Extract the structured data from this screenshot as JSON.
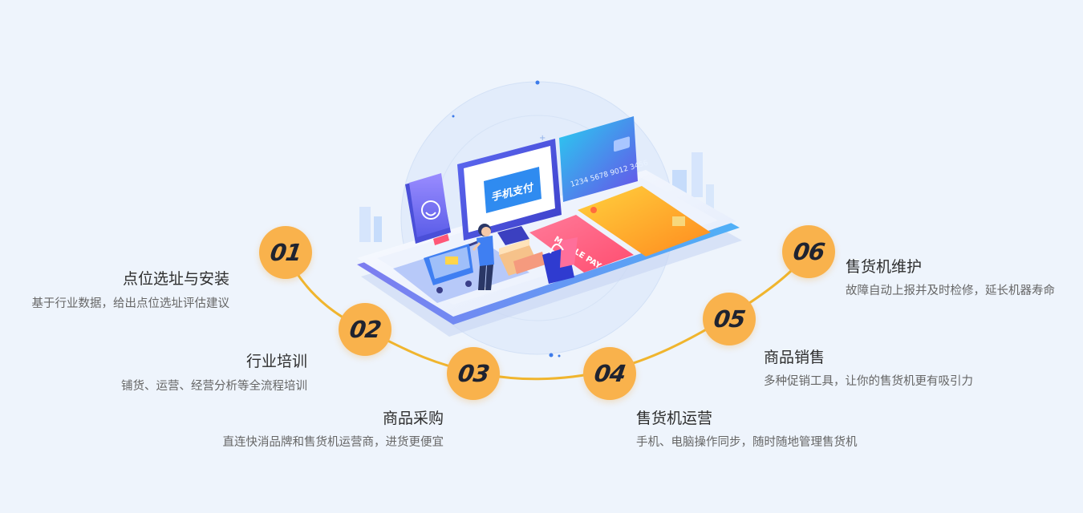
{
  "illustration": {
    "screen_label": "手机支付",
    "pay_card_label": "MOBILE PAY",
    "card_number": "1234 5678 9012 3456"
  },
  "steps": [
    {
      "num": "01",
      "title": "点位选址与安装",
      "desc": "基于行业数据，给出点位选址评估建议"
    },
    {
      "num": "02",
      "title": "行业培训",
      "desc": "铺货、运营、经营分析等全流程培训"
    },
    {
      "num": "03",
      "title": "商品采购",
      "desc": "直连快消品牌和售货机运营商，进货更便宜"
    },
    {
      "num": "04",
      "title": "售货机运营",
      "desc": "手机、电脑操作同步，随时随地管理售货机"
    },
    {
      "num": "05",
      "title": "商品销售",
      "desc": "多种促销工具，让你的售货机更有吸引力"
    },
    {
      "num": "06",
      "title": "售货机维护",
      "desc": "故障自动上报并及时检修，延长机器寿命"
    }
  ],
  "colors": {
    "accent": "#f9b24c",
    "curve": "#f0b52e",
    "background": "#eef4fc",
    "title": "#2d2d2d",
    "desc": "#666666"
  }
}
